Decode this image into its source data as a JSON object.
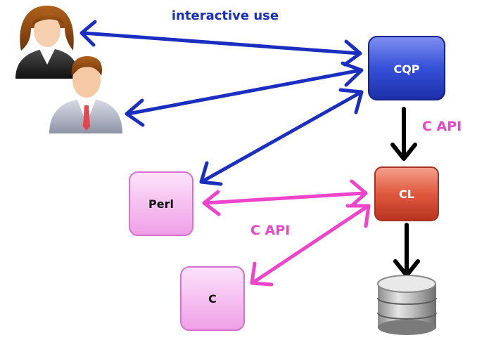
{
  "labels": {
    "interactive_use": "interactive use",
    "c_api_top": "C API",
    "c_api_middle": "C API"
  },
  "nodes": {
    "cqp": "CQP",
    "cl": "CL",
    "perl": "Perl",
    "c": "C"
  },
  "icons": {
    "user_female": "businesswoman-icon",
    "user_male": "businessman-icon",
    "database": "database-icon"
  },
  "colors": {
    "blue_arrow": "#1a2fbf",
    "magenta": "#ee44cc",
    "cqp_fill": "#2f47d4",
    "cl_fill": "#d9533a",
    "lang_fill": "#f2b6ec",
    "black_arrow": "#000000"
  }
}
